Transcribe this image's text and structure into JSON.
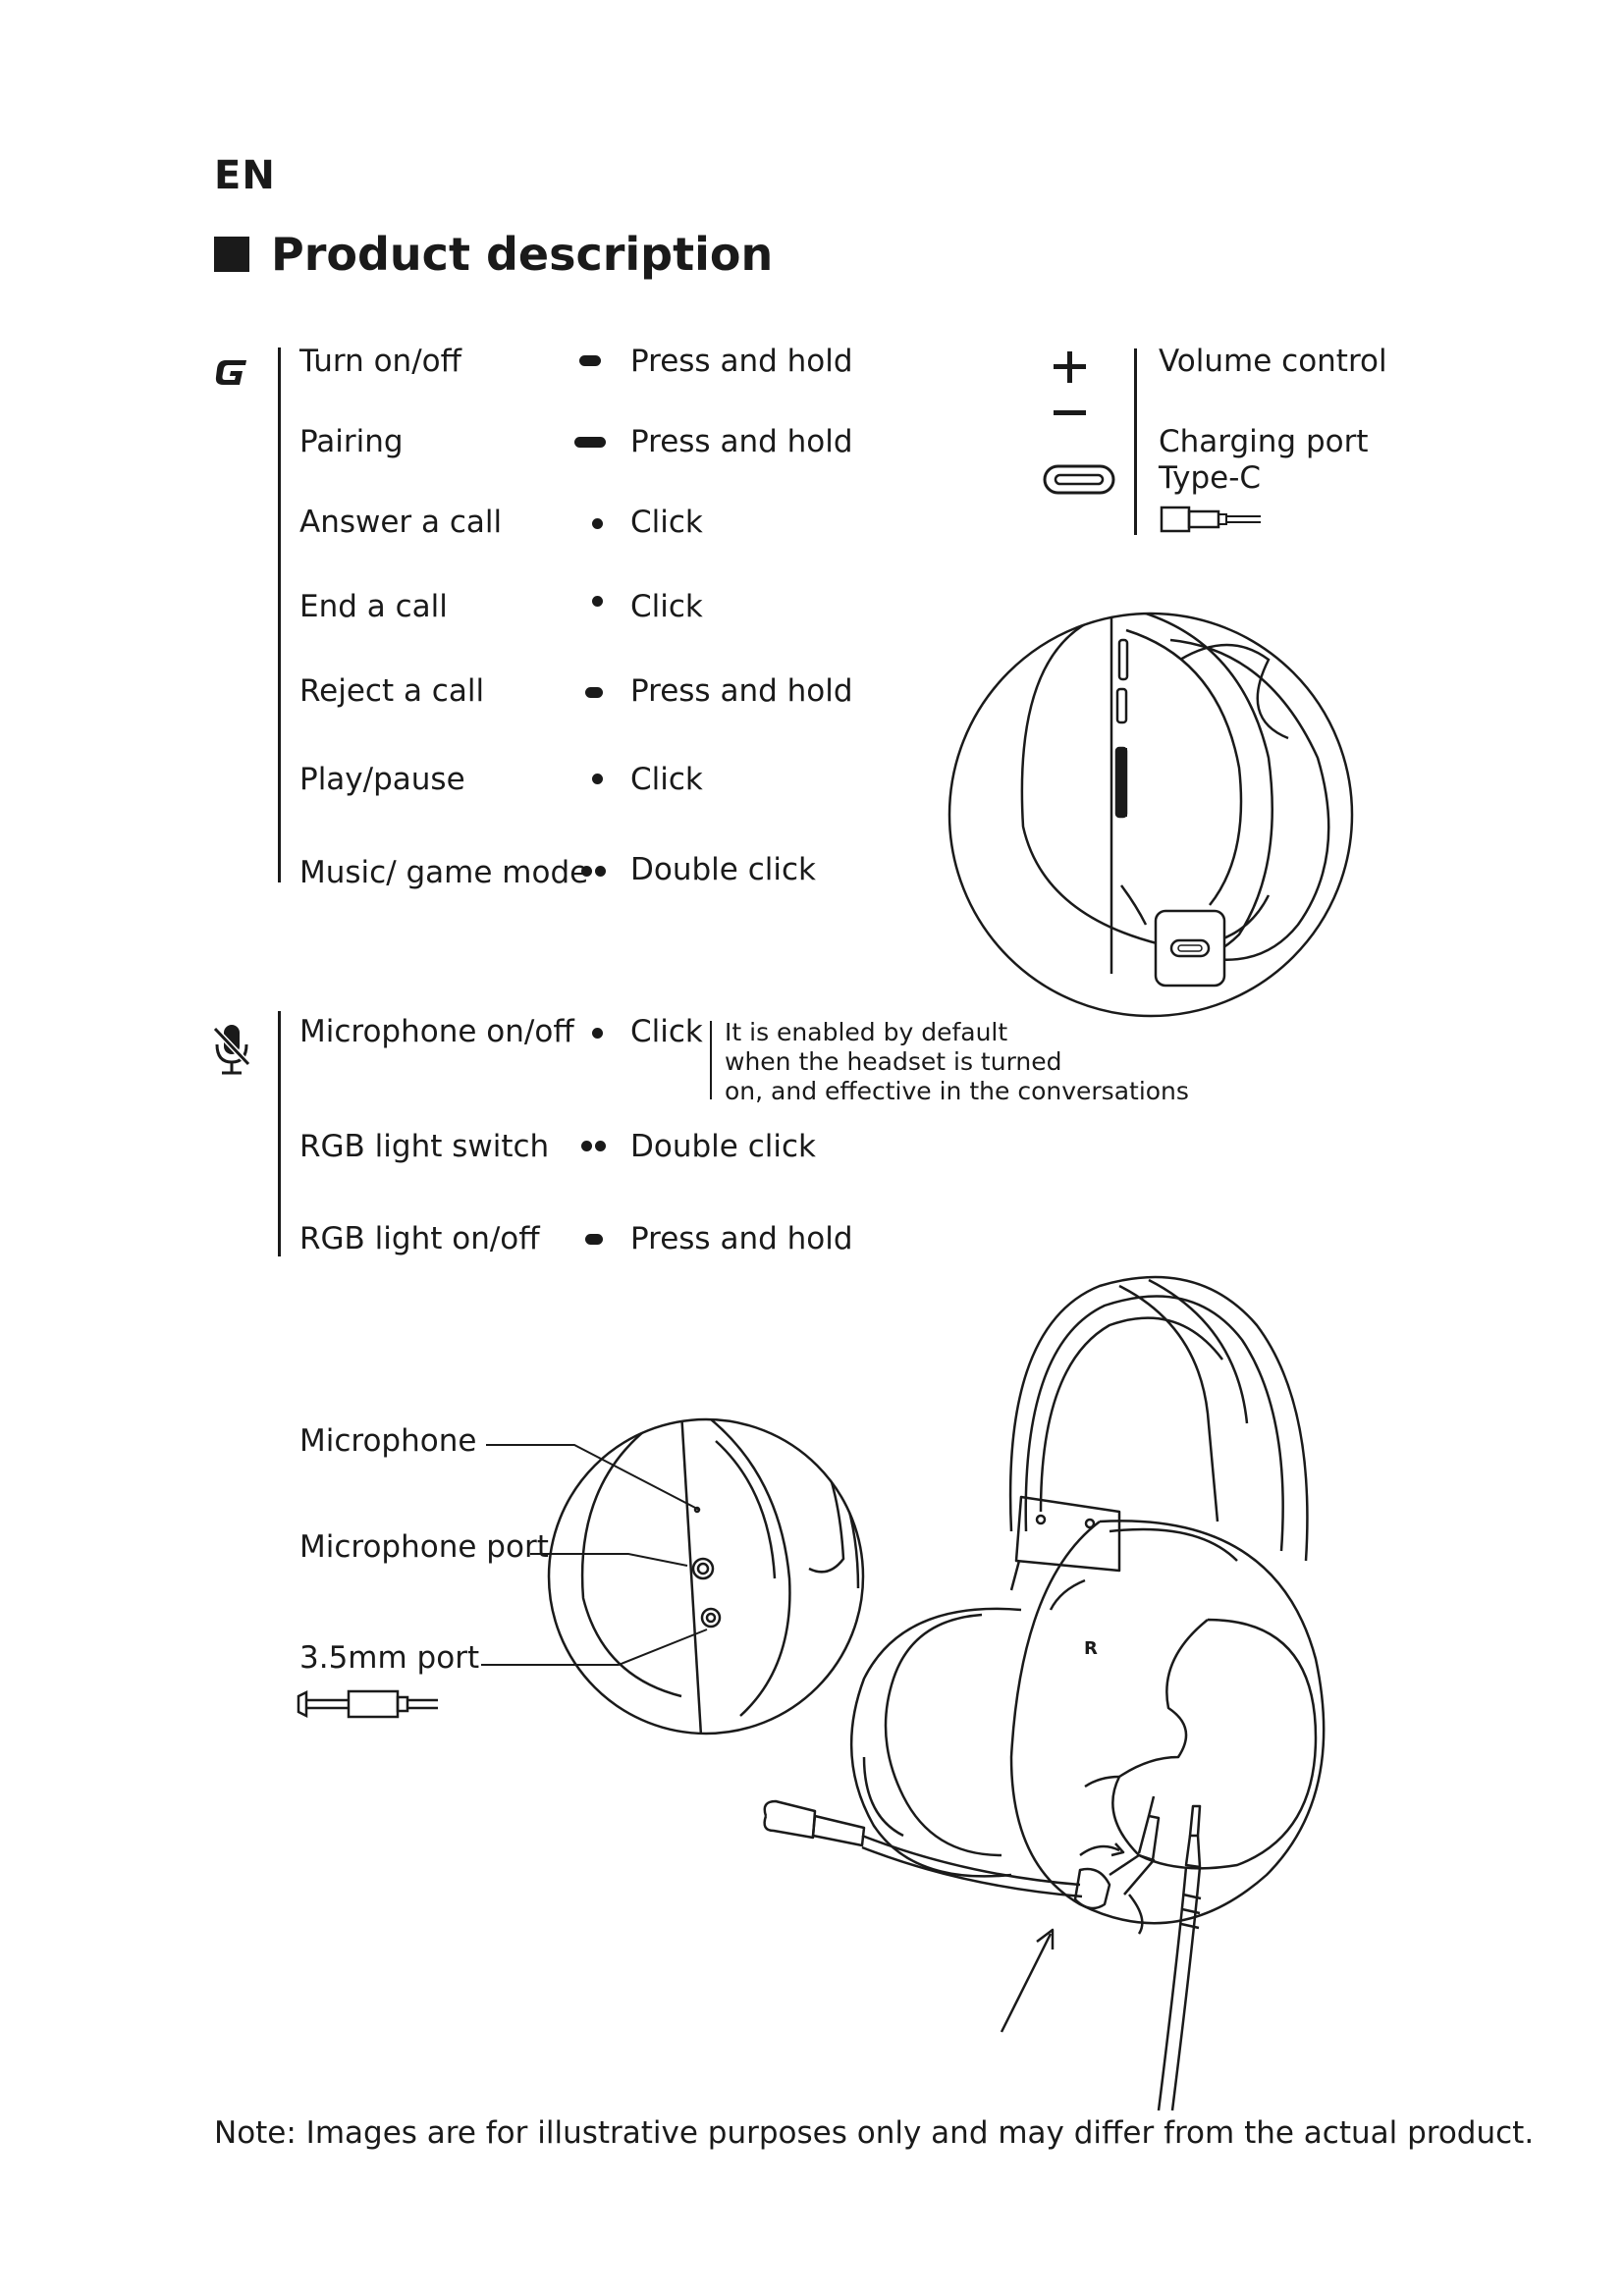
{
  "header": {
    "lang": "EN",
    "title": "Product description"
  },
  "button_g": {
    "icon": "g-button-icon",
    "rows": [
      {
        "function": "Turn on/off",
        "gesture": "long-press",
        "action": "Press and hold"
      },
      {
        "function": "Pairing",
        "gesture": "long-press",
        "action": "Press and hold"
      },
      {
        "function": "Answer a call",
        "gesture": "single-click",
        "action": "Click"
      },
      {
        "function": "End a call",
        "gesture": "single-click",
        "action": "Click"
      },
      {
        "function": "Reject a call",
        "gesture": "long-press",
        "action": "Press and hold"
      },
      {
        "function": "Play/pause",
        "gesture": "single-click",
        "action": "Click"
      },
      {
        "function": "Music/ game mode",
        "gesture": "double-click",
        "action": "Double click"
      }
    ]
  },
  "button_mic": {
    "icon": "mic-mute-icon",
    "rows": [
      {
        "function": "Microphone on/off",
        "gesture": "single-click",
        "action": "Click",
        "note_lines": [
          "It is enabled by default",
          "when the headset is turned",
          "on, and effective in the conversations"
        ]
      },
      {
        "function": "RGB light switch",
        "gesture": "double-click",
        "action": "Double click"
      },
      {
        "function": "RGB light on/off",
        "gesture": "long-press",
        "action": "Press and hold"
      }
    ]
  },
  "side_controls": {
    "volume_label": "Volume control",
    "charging_label_1": "Charging port",
    "charging_label_2": "Type-C"
  },
  "callouts": {
    "microphone": "Microphone",
    "microphone_port": "Microphone port",
    "port_35": "3.5mm port"
  },
  "illustration_letter": "R",
  "footer_note": "Note: Images are for illustrative purposes only and may differ from the actual product."
}
